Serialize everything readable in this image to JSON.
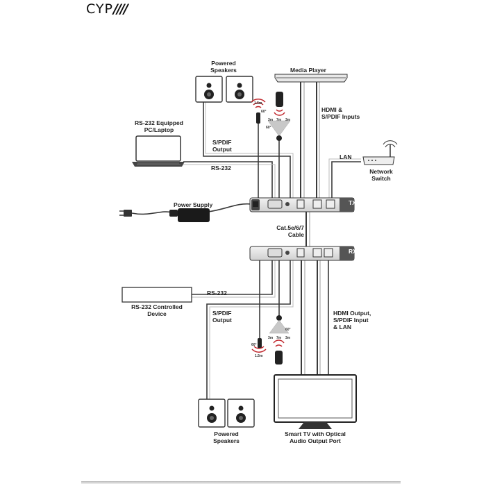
{
  "brand": {
    "logo_text": "CYP"
  },
  "tx": {
    "badge": "TX"
  },
  "rx": {
    "badge": "RX"
  },
  "labels": {
    "powered_speakers_top": [
      "Powered",
      "Speakers"
    ],
    "media_player": "Media Player",
    "hdmi_spdif_inputs": [
      "HDMI &",
      "S/PDIF Inputs"
    ],
    "rs232_pc": [
      "RS-232 Equipped",
      "PC/Laptop"
    ],
    "spdif_output_top": [
      "S/PDIF",
      "Output"
    ],
    "lan": "LAN",
    "network_switch": [
      "Network",
      "Switch"
    ],
    "rs232_top": "RS-232",
    "power_supply": "Power Supply",
    "cat_cable": [
      "Cat.5e/6/7",
      "Cable"
    ],
    "rs232_bottom": "RS-232",
    "rs232_device": [
      "RS-232 Controlled",
      "Device"
    ],
    "spdif_output_bottom": [
      "S/PDIF",
      "Output"
    ],
    "hdmi_output": [
      "HDMI Output,",
      "S/PDIF Input",
      "& LAN"
    ],
    "powered_speakers_bottom": [
      "Powered",
      "Speakers"
    ],
    "smart_tv": [
      "Smart TV with Optical",
      "Audio Output Port"
    ]
  },
  "ir_specs": {
    "top": {
      "range": "1.5m",
      "angle_a": "60°",
      "angle_b": "60°",
      "d1": "3m",
      "d2": "7m",
      "d3": "3m"
    },
    "bottom": {
      "range": "1.5m",
      "angle_a": "60°",
      "angle_b": "60°",
      "d1": "3m",
      "d2": "7m",
      "d3": "3m"
    }
  },
  "colors": {
    "device": "#e6e6e6",
    "device_border": "#333",
    "cable": "#444",
    "ir_red": "#c0272d"
  }
}
